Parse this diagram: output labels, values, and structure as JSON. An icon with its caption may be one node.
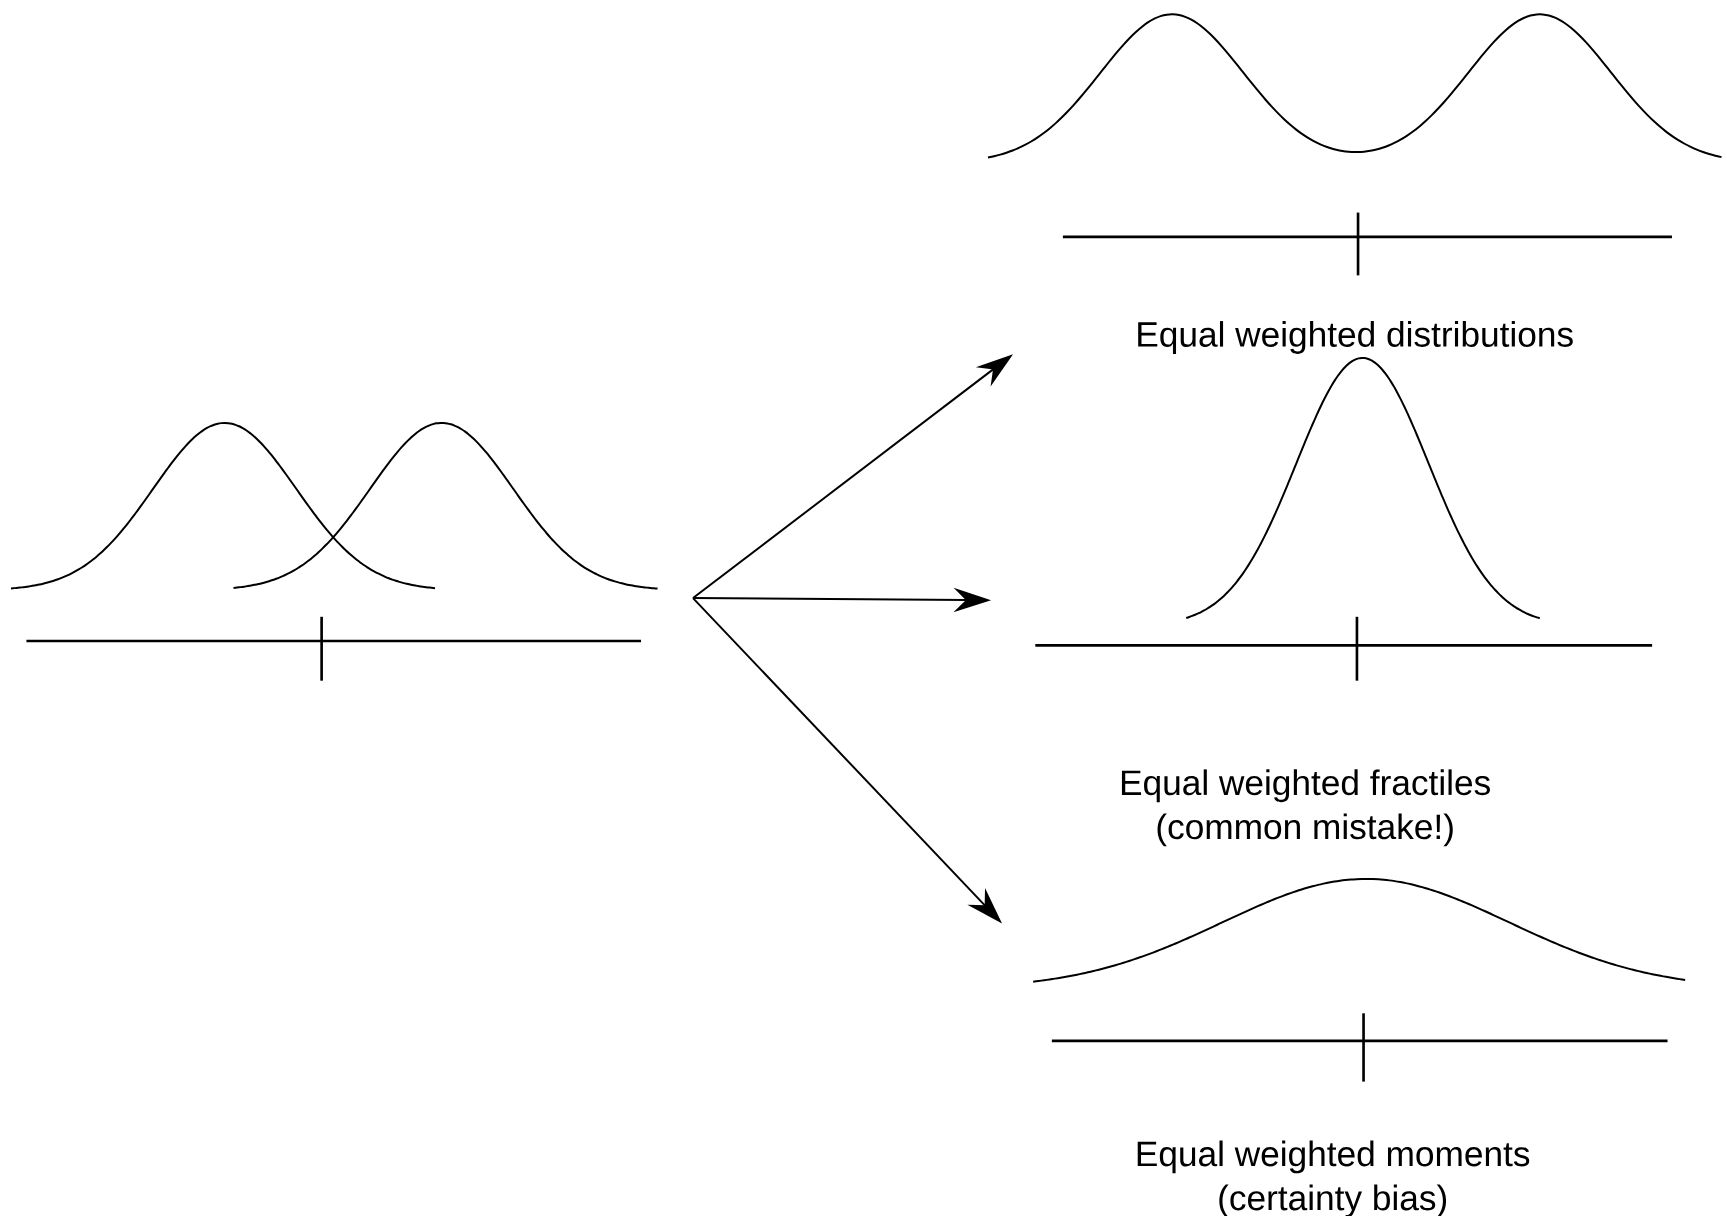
{
  "diagram": {
    "nodes": [
      {
        "text": [],
        "shape": "picture"
      },
      {
        "text": [
          "Equal weighted distributions"
        ]
      },
      {
        "text": [
          "Equal weighted fractiles (common mistake!)"
        ]
      },
      {
        "text": [
          "Equal weighted moments (certainty bias)"
        ]
      }
    ],
    "edges": [
      {
        "from": 0,
        "to": 1,
        "arrow": "to"
      },
      {
        "from": 0,
        "to": 2,
        "arrow": "to"
      },
      {
        "from": 0,
        "to": 3,
        "arrow": "to"
      }
    ]
  }
}
